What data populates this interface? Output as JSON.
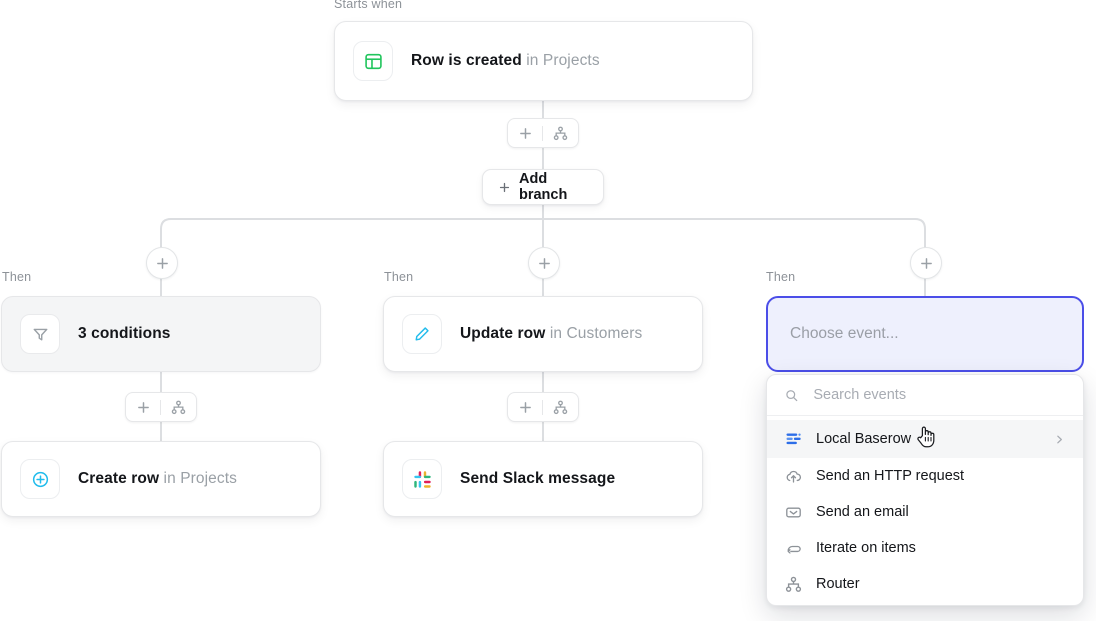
{
  "flow": {
    "trigger_stage_label": "Starts when",
    "then_label": "Then",
    "trigger": {
      "icon": "baserow-table-icon",
      "label": "Row is created",
      "sub": " in Projects"
    },
    "add_branch": {
      "label": "Add branch",
      "icon": "plus-icon"
    },
    "pill": {
      "plus_icon": "plus-icon",
      "branch_icon": "router-branch-icon"
    },
    "branch_plus_icon": "plus-icon",
    "branches": [
      {
        "then_label": "Then",
        "nodes": [
          {
            "icon": "filter-funnel-icon",
            "label": "3 conditions",
            "sub": "",
            "style": "condition"
          },
          {
            "icon": "plus-circle-icon",
            "label": "Create row",
            "sub": " in Projects",
            "style": "action"
          }
        ]
      },
      {
        "then_label": "Then",
        "nodes": [
          {
            "icon": "pencil-edit-icon",
            "label": "Update row",
            "sub": " in Customers",
            "style": "action"
          },
          {
            "icon": "slack-icon",
            "label": "Send Slack message",
            "sub": "",
            "style": "action"
          }
        ]
      },
      {
        "then_label": "Then",
        "nodes": [
          {
            "icon": "none",
            "label": "",
            "sub": "",
            "style": "empty"
          }
        ]
      }
    ]
  },
  "choose_event": {
    "placeholder": "Choose event..."
  },
  "dropdown": {
    "search": {
      "placeholder": "Search events",
      "value": "",
      "icon": "search-icon"
    },
    "items": [
      {
        "icon": "baserow-logo-icon",
        "label": "Local Baserow",
        "has_chevron": true,
        "hovered": true
      },
      {
        "icon": "cloud-upload-icon",
        "label": "Send an HTTP request",
        "has_chevron": false,
        "hovered": false
      },
      {
        "icon": "envelope-icon",
        "label": "Send an email",
        "has_chevron": false,
        "hovered": false
      },
      {
        "icon": "loop-arrow-icon",
        "label": "Iterate on items",
        "has_chevron": false,
        "hovered": false
      },
      {
        "icon": "router-branch-icon",
        "label": "Router",
        "has_chevron": false,
        "hovered": false
      }
    ]
  },
  "colors": {
    "accent_focus_border": "#4b4ee8",
    "accent_focus_bg": "#eef0fd",
    "trigger_icon_green": "#21c55d",
    "action_icon_cyan": "#22bcec",
    "baserow_blue": "#2d6ee8",
    "muted_text": "#9aa0a6",
    "card_border": "#e6e7e9",
    "wire": "#dcdee1"
  }
}
